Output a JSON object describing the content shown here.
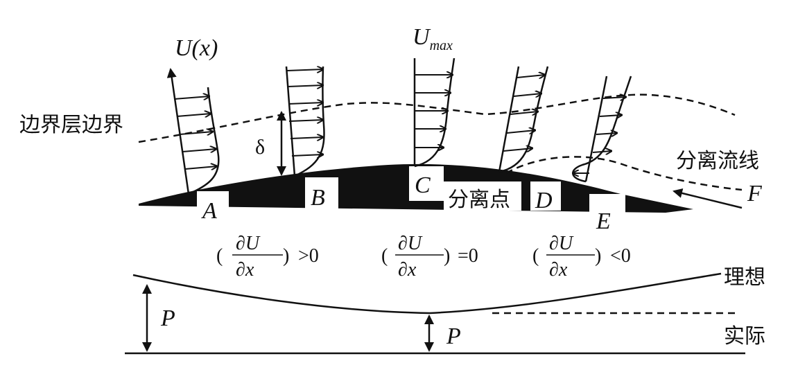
{
  "labels": {
    "velocity": "U(x)",
    "velocity_max": "U",
    "velocity_max_sub": "max",
    "boundary_layer_edge": "边界层边界",
    "thickness": "δ",
    "separation_streamline": "分离流线",
    "separation_point": "分离点",
    "ideal": "理想",
    "actual": "实际",
    "pressure": "P"
  },
  "points": [
    "A",
    "B",
    "C",
    "D",
    "E",
    "F"
  ],
  "conditions": [
    {
      "numerator": "∂U",
      "denominator": "∂x",
      "relation": ">0"
    },
    {
      "numerator": "∂U",
      "denominator": "∂x",
      "relation": "=0"
    },
    {
      "numerator": "∂U",
      "denominator": "∂x",
      "relation": "<0"
    }
  ],
  "colors": {
    "ink": "#111111",
    "background": "#ffffff"
  }
}
